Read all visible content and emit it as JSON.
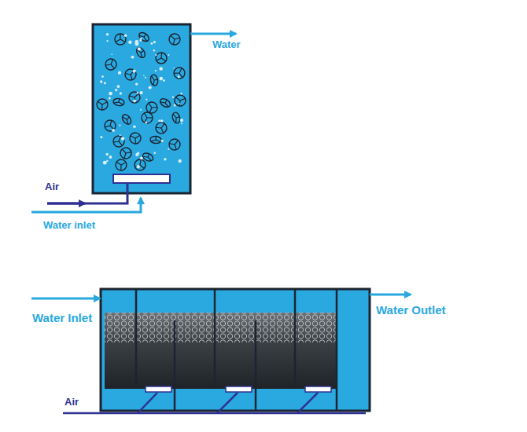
{
  "diagram": {
    "labels": [
      "Water",
      "Air",
      "Water inlet",
      "Water Inlet",
      "Water Outlet",
      "Air"
    ]
  }
}
